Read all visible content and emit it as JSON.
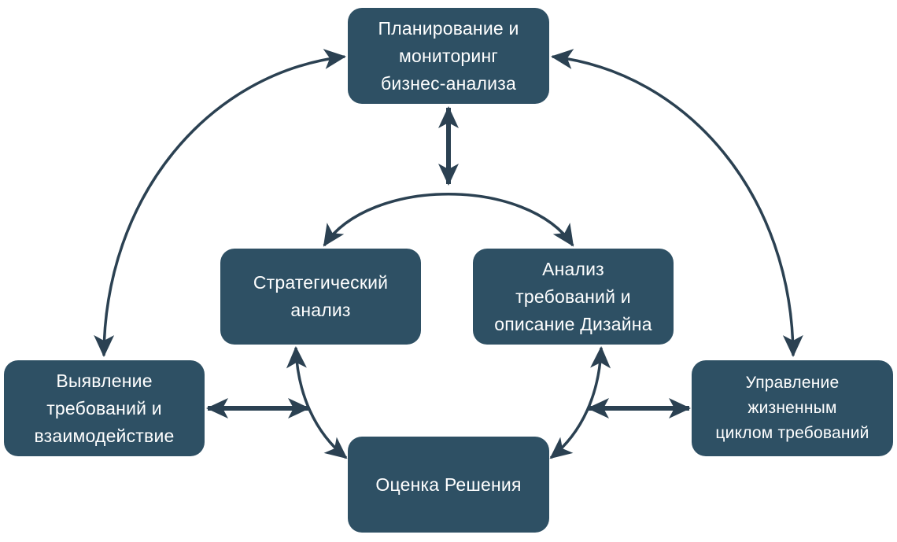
{
  "nodes": {
    "planning": "Планирование и\nмониторинг\nбизнес-анализа",
    "strategic": "Стратегический\nанализ",
    "design": "Анализ\nтребований и\nописание Дизайна",
    "elicit": "Выявление\nтребований и\nвзаимодействие",
    "evaluation": "Оценка Решения",
    "lifecycle": "Управление\nжизненным\nциклом требований"
  },
  "colors": {
    "node_fill": "#2e5064",
    "arrow": "#2b4152",
    "text": "#ffffff"
  }
}
